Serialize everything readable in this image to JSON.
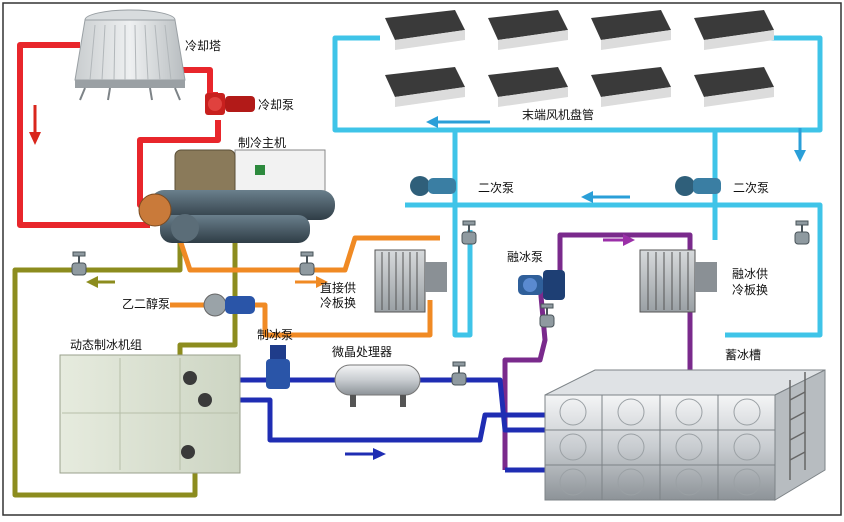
{
  "labels": {
    "cooling_tower": "冷却塔",
    "cooling_pump": "冷却泵",
    "chiller": "制冷主机",
    "terminal_fan_coil": "末端风机盘管",
    "secondary_pump_left": "二次泵",
    "secondary_pump_right": "二次泵",
    "direct_supply_hx_line1": "直接供",
    "direct_supply_hx_line2": "冷板换",
    "ice_melt_pump": "融冰泵",
    "ice_melt_hx_line1": "融冰供",
    "ice_melt_hx_line2": "冷板换",
    "glycol_pump": "乙二醇泵",
    "ice_making_pump": "制冰泵",
    "dynamic_ice_unit": "动态制冰机组",
    "microcrystal_processor": "微晶处理器",
    "ice_storage_tank": "蓄冰槽"
  },
  "colors": {
    "cooling_water": "#e8262b",
    "chilled_water": "#3fc4e8",
    "glycol_orange": "#f08a24",
    "glycol_olive": "#8c8c1e",
    "ice_melt": "#7a2a8c",
    "ice_water": "#1f2db3",
    "arrow_red": "#d9261c",
    "arrow_blue": "#2a9fd8",
    "arrow_orange": "#f08a24",
    "arrow_purple": "#9b2fa8"
  }
}
